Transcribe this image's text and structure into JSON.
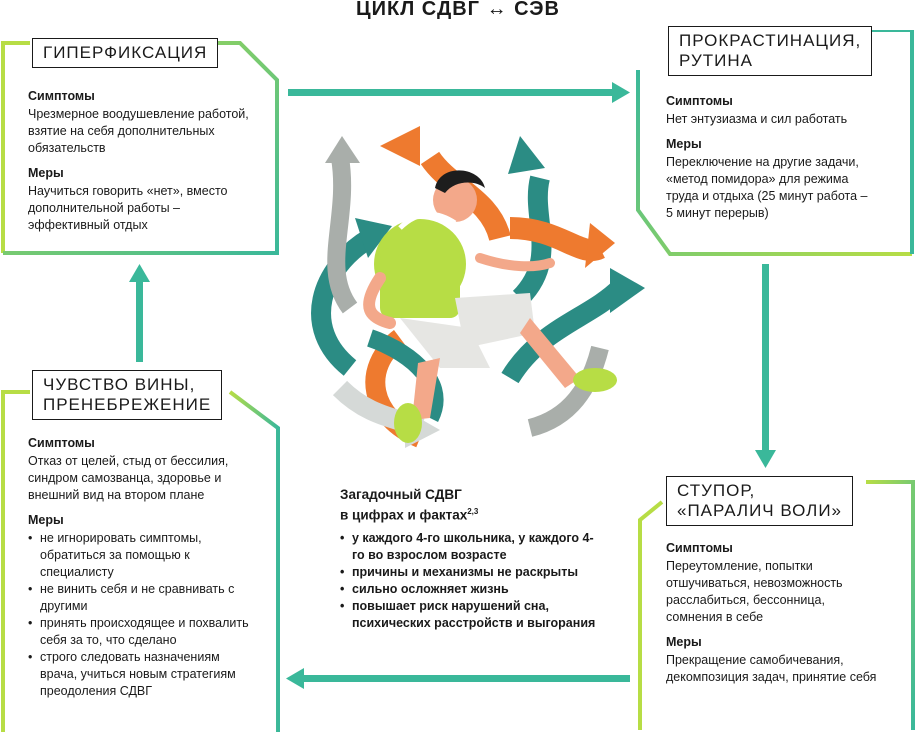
{
  "title": "ЦИКЛ СДВГ ↔ СЭВ",
  "colors": {
    "teal": "#3ab89a",
    "lime": "#b7dd45",
    "orange": "#ee7a2f",
    "gray": "#a9aeaa",
    "darkteal": "#2b8c84"
  },
  "panels": {
    "hyperfixation": {
      "tag": "ГИПЕРФИКСАЦИЯ",
      "symptoms_h": "Симптомы",
      "symptoms": "Чрезмерное воодушевление работой, взятие на себя дополнительных обязательств",
      "measures_h": "Меры",
      "measures": "Научиться говорить «нет», вместо дополнительной работы – эффективный отдых"
    },
    "procrastination": {
      "tag_line1": "ПРОКРАСТИНАЦИЯ,",
      "tag_line2": "РУТИНА",
      "symptoms_h": "Симптомы",
      "symptoms": "Нет энтузиазма и сил работать",
      "measures_h": "Меры",
      "measures": "Переключение на другие задачи, «метод помидора» для режима труда и отдыха (25 минут работа – 5 минут перерыв)"
    },
    "stupor": {
      "tag_line1": "СТУПОР,",
      "tag_line2": "«ПАРАЛИЧ ВОЛИ»",
      "symptoms_h": "Симптомы",
      "symptoms": "Переутомление, попытки отшучиваться, невозможность расслабиться, бессонница, сомнения в себе",
      "measures_h": "Меры",
      "measures": "Прекращение самобичевания, декомпозиция задач, принятие себя"
    },
    "guilt": {
      "tag_line1": "ЧУВСТВО ВИНЫ,",
      "tag_line2": "ПРЕНЕБРЕЖЕНИЕ",
      "symptoms_h": "Симптомы",
      "symptoms": "Отказ от целей, стыд от бессилия, синдром самозванца, здоровье и внешний вид на втором плане",
      "measures_h": "Меры",
      "measures": [
        "не игнорировать симптомы, обратиться за помощью к специалисту",
        "не винить себя и не сравнивать с другими",
        "принять происходящее и похвалить себя за то, что сделано",
        "строго следовать назначениям врача, учиться новым стратегиям преодоления СДВГ"
      ]
    }
  },
  "center": {
    "heading_line1": "Загадочный СДВГ",
    "heading_line2": "в цифрах и фактах",
    "heading_sup": "2,3",
    "facts": [
      "у каждого 4-го школьника, у каждого 4-го во взрослом возрасте",
      "причины и механизмы не раскрыты",
      "сильно осложняет жизнь",
      "повышает риск нарушений сна, психических расстройств и выгорания"
    ]
  }
}
